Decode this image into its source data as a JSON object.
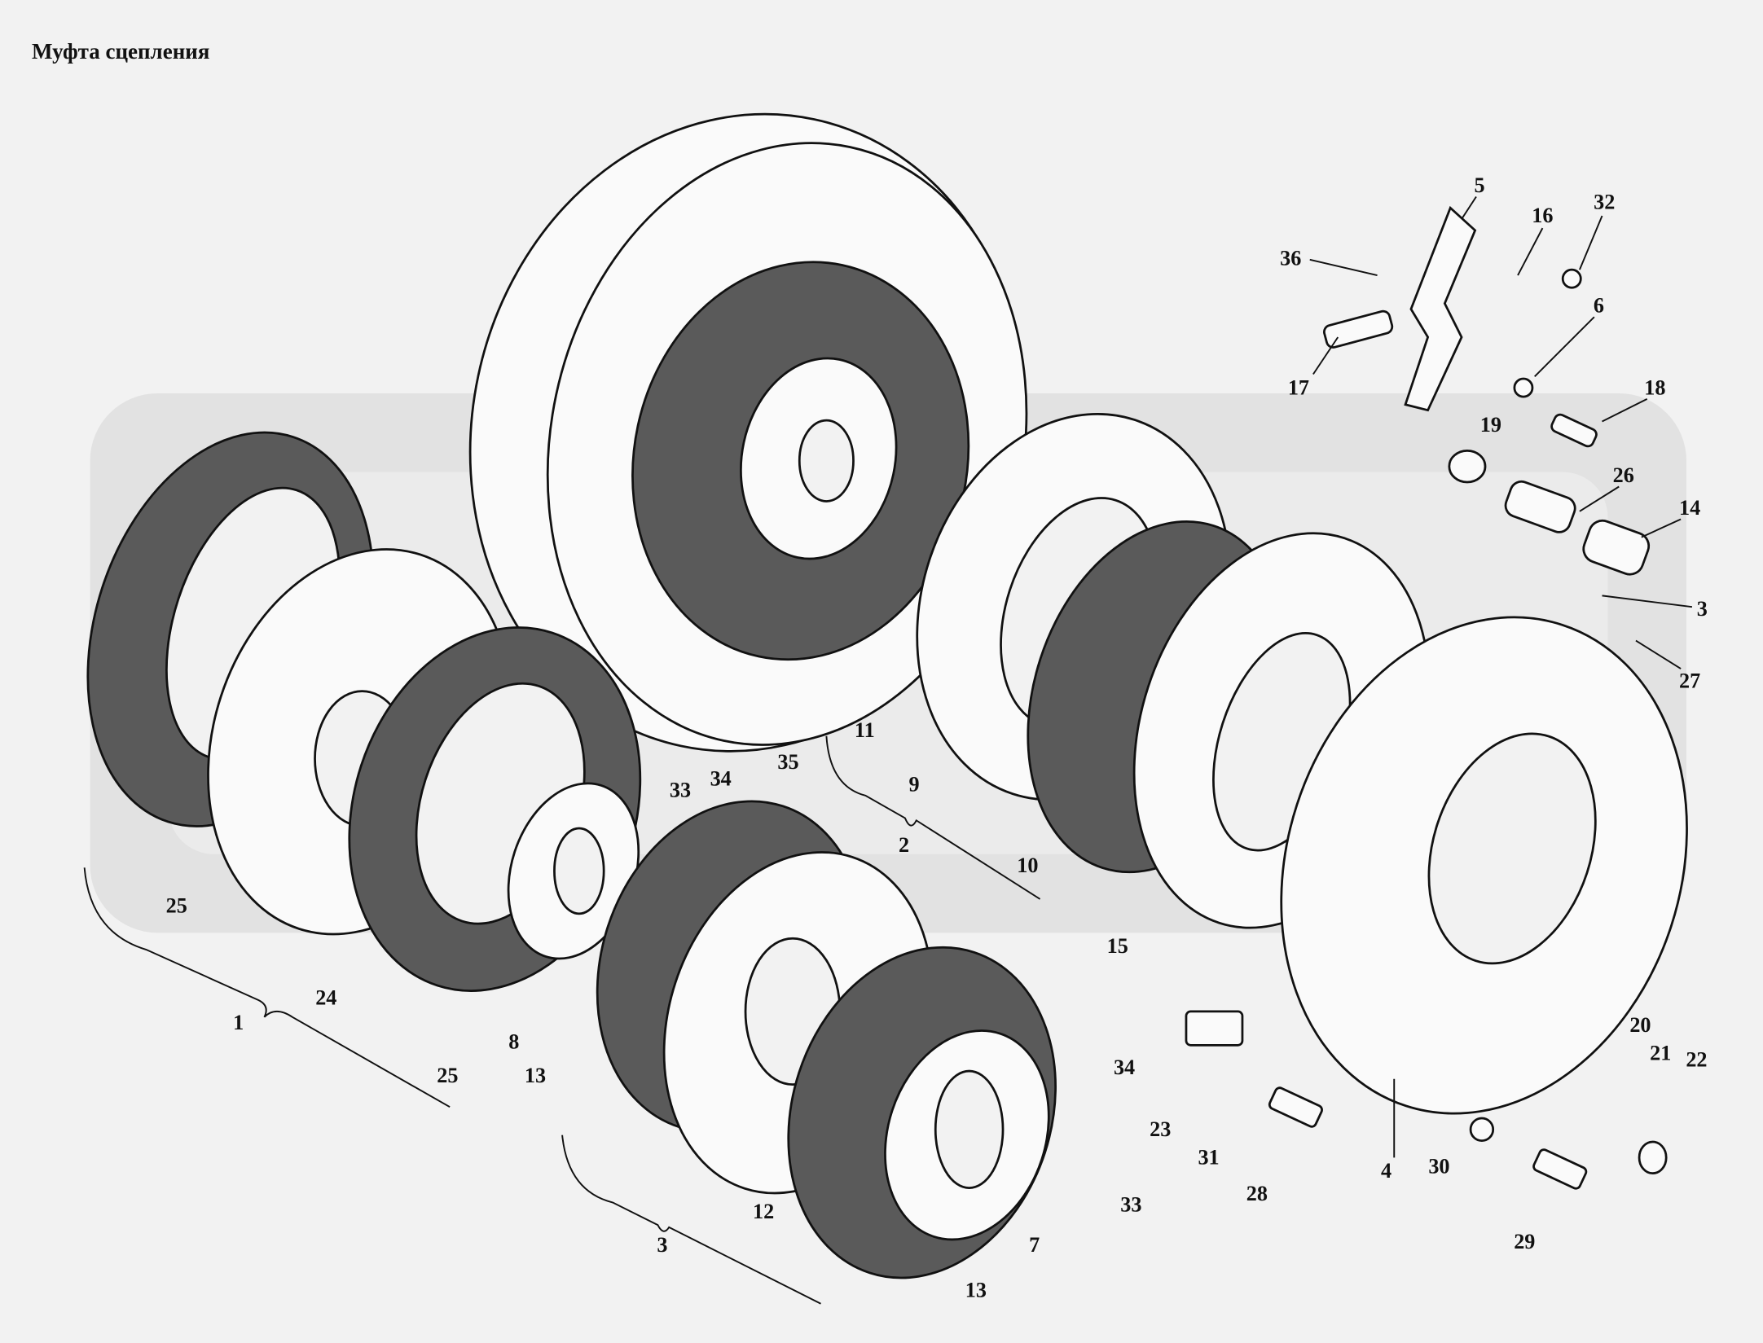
{
  "title": "Муфта сцепления",
  "callouts": [
    "1",
    "2",
    "3",
    "3",
    "4",
    "5",
    "6",
    "7",
    "8",
    "9",
    "10",
    "11",
    "12",
    "13",
    "13",
    "14",
    "15",
    "16",
    "17",
    "18",
    "19",
    "20",
    "21",
    "22",
    "23",
    "24",
    "25",
    "25",
    "26",
    "27",
    "28",
    "29",
    "30",
    "31",
    "32",
    "33",
    "33",
    "34",
    "34",
    "35",
    "36"
  ]
}
